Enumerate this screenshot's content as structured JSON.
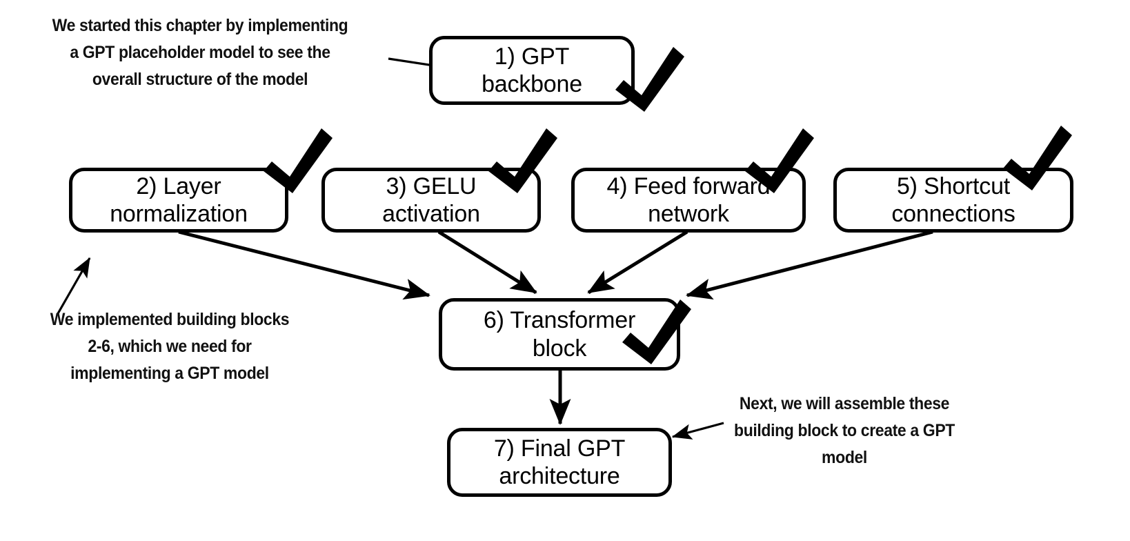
{
  "diagram": {
    "title": "GPT model implementation chapter overview",
    "background_color": "#ffffff",
    "stroke_color": "#000000",
    "nodes": [
      {
        "id": "n1",
        "label": "1) GPT\nbackbone",
        "checked": true
      },
      {
        "id": "n2",
        "label": "2) Layer\nnormalization",
        "checked": true
      },
      {
        "id": "n3",
        "label": "3) GELU\nactivation",
        "checked": true
      },
      {
        "id": "n4",
        "label": "4) Feed forward\nnetwork",
        "checked": true
      },
      {
        "id": "n5",
        "label": "5) Shortcut\nconnections",
        "checked": true
      },
      {
        "id": "n6",
        "label": "6) Transformer\nblock",
        "checked": true
      },
      {
        "id": "n7",
        "label": "7) Final GPT\narchitecture",
        "checked": false
      }
    ],
    "annotations": [
      {
        "id": "a1",
        "text": "We started this chapter by implementing\na GPT placeholder model to see the\noverall structure of the model"
      },
      {
        "id": "a2",
        "text": "We implemented building blocks\n2-6, which we need for\nimplementing a GPT model"
      },
      {
        "id": "a3",
        "text": "Next, we will assemble these\nbuilding block to create a GPT\nmodel"
      }
    ],
    "edges": [
      {
        "from": "n2",
        "to": "n6"
      },
      {
        "from": "n3",
        "to": "n6"
      },
      {
        "from": "n4",
        "to": "n6"
      },
      {
        "from": "n5",
        "to": "n6"
      },
      {
        "from": "n6",
        "to": "n7"
      },
      {
        "from": "a1",
        "to": "n1"
      },
      {
        "from": "a2",
        "to": "n2"
      },
      {
        "from": "a3",
        "to": "n7"
      }
    ],
    "check_icon_name": "checkmark-icon"
  }
}
